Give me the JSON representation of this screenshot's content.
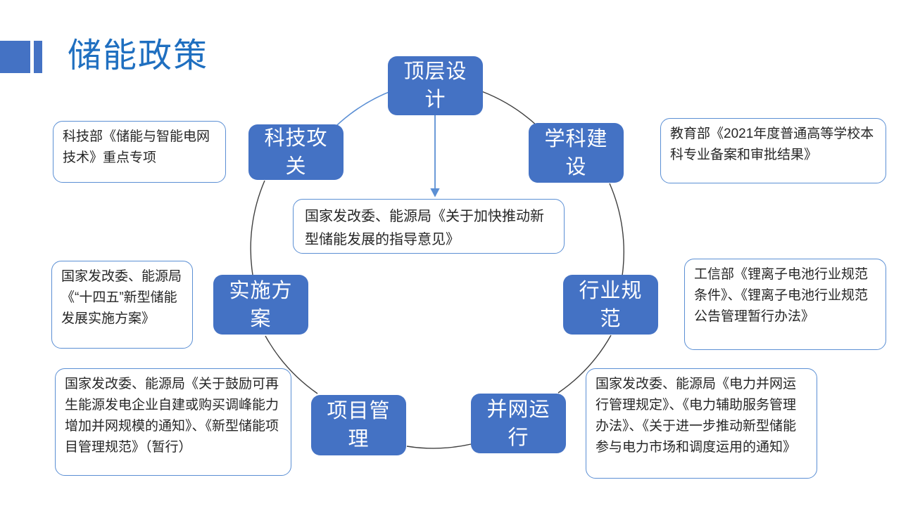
{
  "slide": {
    "title": "储能政策",
    "accent_color": "#4472C4",
    "title_color": "#1F6FC0",
    "callout_border_color": "#5B8FD4",
    "connector_color": "#3F3F3F"
  },
  "cycle": {
    "nodes": [
      {
        "id": "top-level-design",
        "label": "顶层设计"
      },
      {
        "id": "discipline-construction",
        "label": "学科建设"
      },
      {
        "id": "industry-standards",
        "label": "行业规范"
      },
      {
        "id": "grid-connection-operation",
        "label": "并网运行"
      },
      {
        "id": "project-management",
        "label": "项目管理"
      },
      {
        "id": "implementation-plan",
        "label": "实施方案"
      },
      {
        "id": "technology-research",
        "label": "科技攻关"
      }
    ]
  },
  "callouts": {
    "technology_research": "科技部《储能与智能电网技术》重点专项",
    "discipline_construction": "教育部《2021年度普通高等学校本科专业备案和审批结果》",
    "top_level_design": "国家发改委、能源局《关于加快推动新型储能发展的指导意见》",
    "implementation_plan": "国家发改委、能源局《“十四五”新型储能发展实施方案》",
    "industry_standards": "工信部《锂离子电池行业规范条件》、《锂离子电池行业规范公告管理暂行办法》",
    "project_management": "国家发改委、能源局《关于鼓励可再生能源发电企业自建或购买调峰能力增加并网规模的通知》、《新型储能项目管理规范》（暂行）",
    "grid_connection_operation": "国家发改委、能源局《电力并网运行管理规定》、《电力辅助服务管理办法》、《关于进一步推动新型储能参与电力市场和调度运用的通知》"
  }
}
